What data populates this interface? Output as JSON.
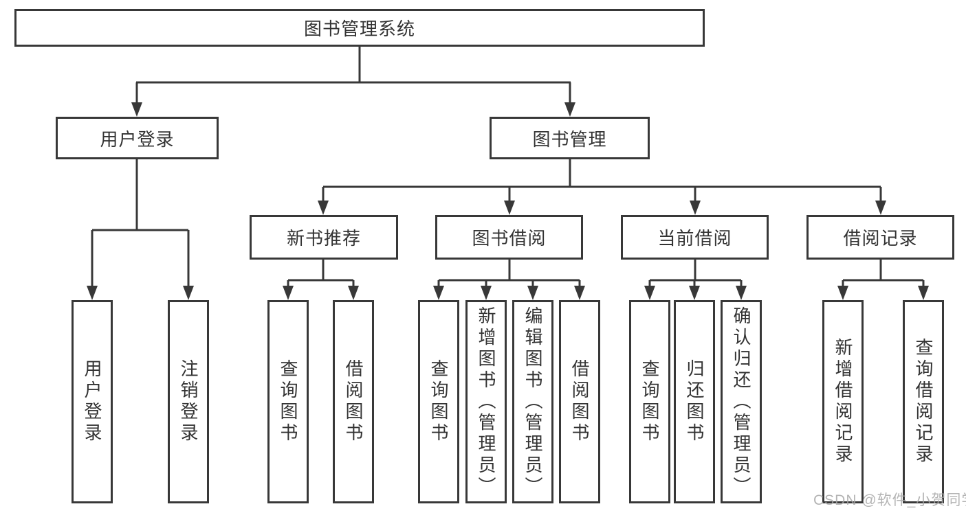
{
  "diagram": {
    "title": "图书管理系统",
    "root": {
      "label": "图书管理系统"
    },
    "branches": [
      {
        "label": "用户登录",
        "leaves": [
          "用户登录",
          "注销登录"
        ]
      },
      {
        "label": "图书管理",
        "children": [
          {
            "label": "新书推荐",
            "leaves": [
              "查询图书",
              "借阅图书"
            ]
          },
          {
            "label": "图书借阅",
            "leaves": [
              "查询图书",
              "新增图书（管理员）",
              "编辑图书（管理员）",
              "借阅图书"
            ]
          },
          {
            "label": "当前借阅",
            "leaves": [
              "查询图书",
              "归还图书",
              "确认归还（管理员）"
            ]
          },
          {
            "label": "借阅记录",
            "leaves": [
              "新增借阅记录",
              "查询借阅记录"
            ]
          }
        ]
      }
    ]
  },
  "watermark": {
    "text": "CSDN @软件_小贺同学"
  },
  "colors": {
    "line": "#383838",
    "text": "#333333",
    "box_background": "#ffffff",
    "watermark": "#a8a8a8"
  }
}
